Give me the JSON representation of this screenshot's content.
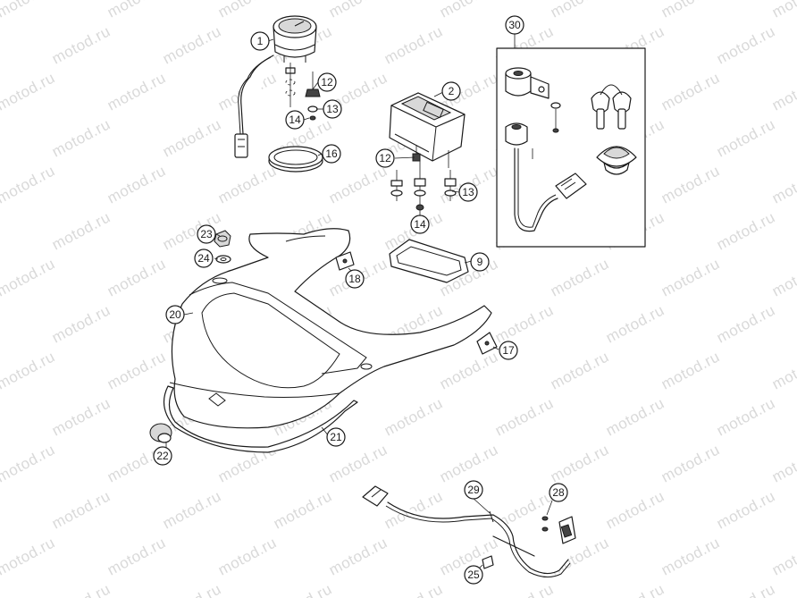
{
  "watermark": "motod.ru",
  "callouts": [
    {
      "id": "c1",
      "label": "1"
    },
    {
      "id": "c2",
      "label": "2"
    },
    {
      "id": "c9",
      "label": "9"
    },
    {
      "id": "c12a",
      "label": "12"
    },
    {
      "id": "c12b",
      "label": "12"
    },
    {
      "id": "c13a",
      "label": "13"
    },
    {
      "id": "c13b",
      "label": "13"
    },
    {
      "id": "c14a",
      "label": "14"
    },
    {
      "id": "c14b",
      "label": "14"
    },
    {
      "id": "c16",
      "label": "16"
    },
    {
      "id": "c17",
      "label": "17"
    },
    {
      "id": "c18",
      "label": "18"
    },
    {
      "id": "c20",
      "label": "20"
    },
    {
      "id": "c21",
      "label": "21"
    },
    {
      "id": "c22",
      "label": "22"
    },
    {
      "id": "c23",
      "label": "23"
    },
    {
      "id": "c24",
      "label": "24"
    },
    {
      "id": "c25",
      "label": "25"
    },
    {
      "id": "c28",
      "label": "28"
    },
    {
      "id": "c29",
      "label": "29"
    },
    {
      "id": "c30",
      "label": "30"
    }
  ]
}
